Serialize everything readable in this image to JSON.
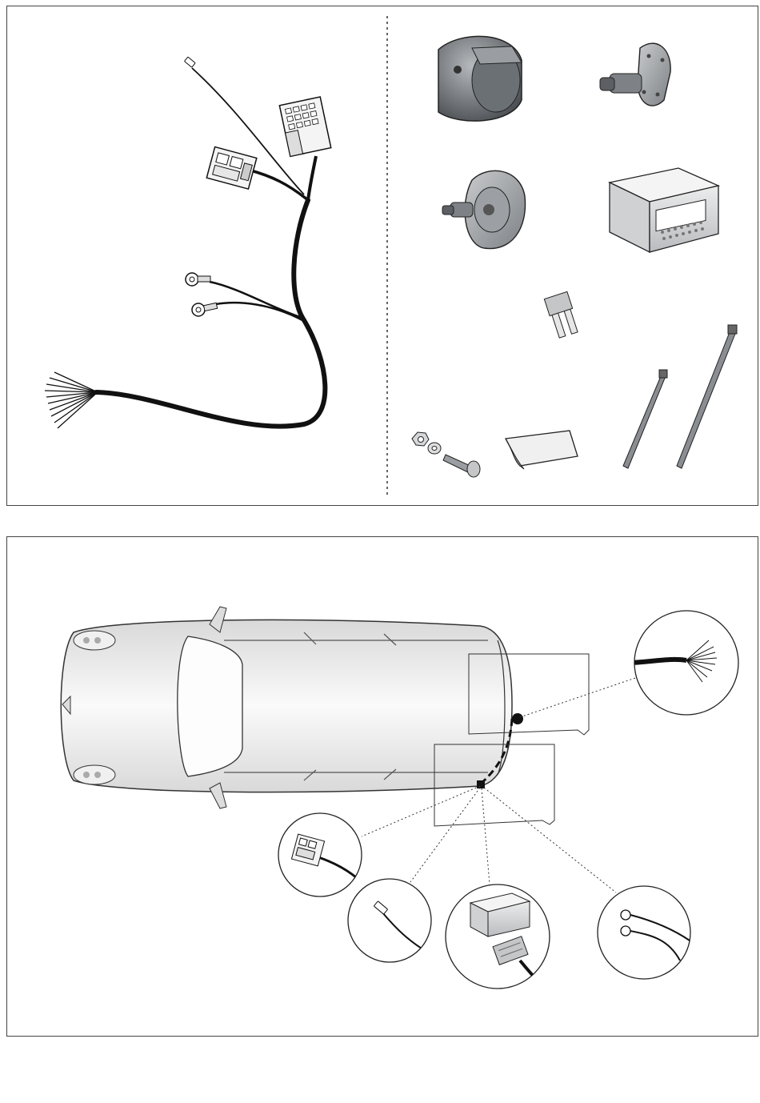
{
  "page": {
    "top_panel": {
      "items": [
        {
          "name": "wiring-harness",
          "icon": "cable-harness-icon"
        },
        {
          "name": "trailer-socket",
          "icon": "round-socket-icon"
        },
        {
          "name": "socket-mount-plate",
          "icon": "mount-plate-icon"
        },
        {
          "name": "rubber-seal",
          "icon": "seal-icon"
        },
        {
          "name": "control-module",
          "icon": "module-box-icon"
        },
        {
          "name": "blade-fuse",
          "icon": "fuse-icon"
        },
        {
          "name": "nut-washer-bolt",
          "icon": "bolt-icon"
        },
        {
          "name": "adhesive-pad",
          "icon": "pad-icon"
        },
        {
          "name": "cable-tie-short",
          "icon": "cable-tie-icon"
        },
        {
          "name": "cable-tie-long",
          "icon": "cable-tie-icon"
        }
      ]
    },
    "bottom_panel": {
      "vehicle": "car-top-view-icon",
      "callouts": [
        {
          "name": "loose-wire-ends",
          "icon": "wire-ends-icon"
        },
        {
          "name": "vehicle-connector",
          "icon": "connector-icon"
        },
        {
          "name": "single-pin-wire",
          "icon": "pin-icon"
        },
        {
          "name": "module-with-plug",
          "icon": "module-box-icon"
        },
        {
          "name": "ring-terminals",
          "icon": "ring-terminal-icon"
        }
      ]
    },
    "colors": {
      "line": "#1a1a1a",
      "panel_border": "#444444",
      "grey_part": "#8a8e93",
      "car_body": "#f2f2f2"
    }
  }
}
